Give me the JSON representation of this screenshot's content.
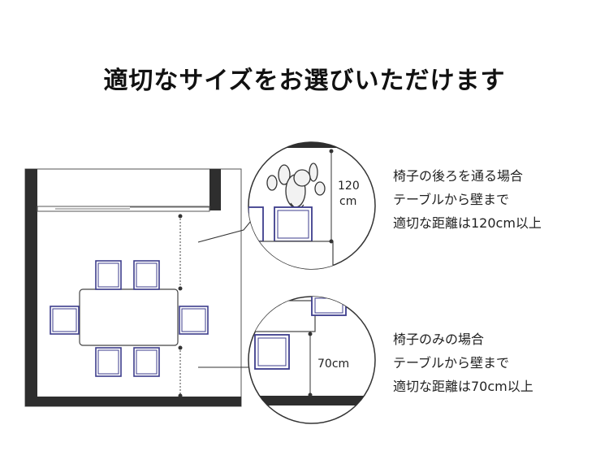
{
  "title": "適切なサイズをお選びいただけます",
  "colors": {
    "wall": "#2e2e2e",
    "furniture": "#3d3d8c",
    "line": "#333333"
  },
  "zoom_top": {
    "measure_line1": "120",
    "measure_line2": "cm"
  },
  "zoom_bottom": {
    "measure": "70cm"
  },
  "note_passage": {
    "lines": [
      "椅子の後ろを通る場合",
      "テーブルから壁まで",
      "適切な距離は120cm以上"
    ]
  },
  "note_chair_only": {
    "lines": [
      "椅子のみの場合",
      "テーブルから壁まで",
      "適切な距離は70cm以上"
    ]
  }
}
